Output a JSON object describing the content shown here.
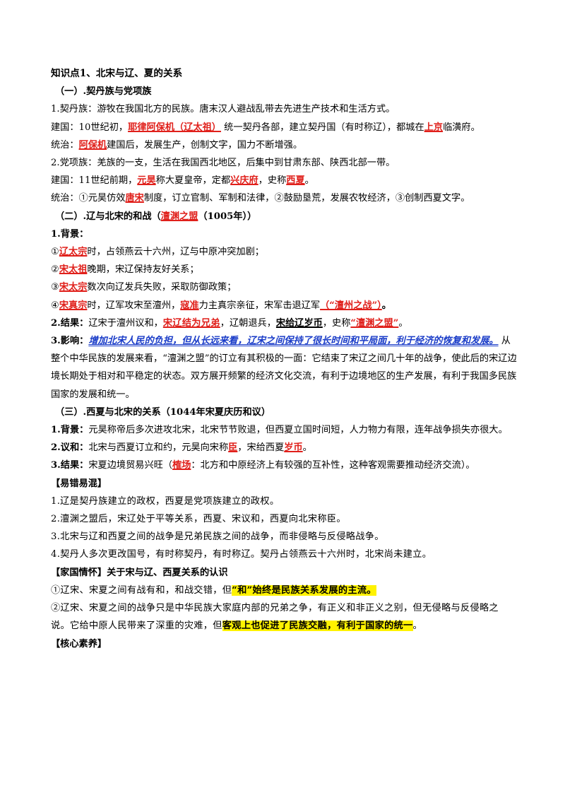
{
  "title": "知识点1、北宋与辽、夏的关系",
  "sec1": {
    "heading": "（一）.契丹族与党项族",
    "p1": "1.契丹族：游牧在我国北方的民族。唐末汉人避战乱带去先进生产技术和生活方式。",
    "p2": {
      "a": "建国：10世纪初，",
      "red1": "耶律阿保机（辽太祖）",
      "b": " 统一契丹各部，建立契丹国（有时称辽），都城在",
      "red2": "上京",
      "c": "临潢府。"
    },
    "p3": {
      "a": "统治：",
      "red1": "阿保机",
      "b": "建国后，发展生产，创制文字，国力不断增强。"
    },
    "p4": "2.党项族：羌族的一支，生活在我国西北地区，后集中到甘肃东部、陕西北部一带。",
    "p5": {
      "a": "建国：11世纪前期，",
      "red1": "元昊",
      "b": "称大夏皇帝，定都",
      "red2": "兴庆府",
      "c": "，史称",
      "red3": "西夏",
      "d": "。"
    },
    "p6": {
      "a": "统治：①元昊仿效",
      "red1": "唐宋",
      "b": "制度，订立官制、军制和法律，②鼓励垦荒，发展农牧经济，③创制西夏文字。"
    }
  },
  "sec2": {
    "heading_a": "（二）.辽与北宋的和战（",
    "heading_red": "澶渊之盟",
    "heading_b": "（1005年））",
    "bg_label": "1.背景：",
    "bg1": {
      "a": "①",
      "red": "辽太宗",
      "b": "时，占领燕云十六州，辽与中原冲突加剧；"
    },
    "bg2": {
      "a": "②",
      "red": "宋太祖",
      "b": "晚期，宋辽保持友好关系；"
    },
    "bg3": {
      "a": "③",
      "red": "宋太宗",
      "b": "数次向辽发兵失败，采取防御政策；"
    },
    "bg4": {
      "a": "④",
      "red": "宋真宗",
      "b": "时，辽军攻宋至澶州，",
      "red2": "寇准",
      "c": "力主真宗亲征，宋军击退辽军",
      "red3": "（“澶州之战”）",
      "d": "。"
    },
    "res": {
      "label": "2.结果：",
      "a": "辽宋于澶州议和，",
      "red": "宋辽结为兄弟",
      "b": "，辽朝退兵，",
      "bold": "宋给辽岁币",
      "c": "，史称",
      "red2": "“澶渊之盟”",
      "d": "。"
    },
    "imp": {
      "label": "3.影响：",
      "blue": "增加北宋人民的负担，但从长远来看，辽宋之间保持了很长时间和平局面，利于经济的恢复和发展。",
      "rest": "  从整个中华民族的发展来看，“澶渊之盟”的订立有其积极的一面：它结束了宋辽之间几十年的战争，使此后的宋辽边境长期处于相对和平稳定的状态。双方展开频繁的经济文化交流，有利于边境地区的生产发展，有利于我国多民族国家的发展和统一。"
    }
  },
  "sec3": {
    "heading": "（三）.西夏与北宋的关系（1044年宋夏庆历和议）",
    "bg": {
      "label": "1.背景：",
      "text": "元昊称帝后多次进攻北宋，北宋节节败退，但西夏立国时间短，人力物力有限，连年战争损失亦很大。"
    },
    "yi": {
      "label": "2.议和：",
      "a": "北宋与西夏订立和约，元昊向宋称",
      "red": "臣",
      "b": "，宋给西夏",
      "red2": "岁币",
      "c": "。"
    },
    "res": {
      "label": "3.结果：",
      "a": "宋夏边境贸易兴旺（",
      "red": "榷场",
      "b": "：北方和中原经济上有较强的互补性，这种客观需要推动经济交流）。"
    }
  },
  "mistakes": {
    "heading": "【易错易混】",
    "items": [
      "1.辽是契丹族建立的政权，西夏是党项族建立的政权。",
      "2.澶渊之盟后，宋辽处于平等关系，西夏、宋议和，西夏向北宋称臣。",
      "3.北宋与辽和西夏之间的战争是兄弟民族之间的战争，而非侵略与反侵略战争。",
      "4.契丹人多次更改国号，有时称契丹，有时称辽。契丹占领燕云十六州时，北宋尚未建立。"
    ]
  },
  "family": {
    "heading": "【家国情怀】关于宋与辽、西夏关系的认识",
    "p1": {
      "a": "①辽宋、宋夏之间有战有和，和战交错，但",
      "hl": "“和”始终是民族关系发展的主流。"
    },
    "p2": {
      "a": "②辽宋、宋夏之间的战争只是中华民族大家庭内部的兄弟之争，有正义和非正义之别，但无侵略与反侵略之说。它给中原人民带来了深重的灾难，但",
      "hl": "客观上也促进了民族交融，有利于国家的统一",
      "b": "。"
    }
  },
  "core": {
    "heading": "【核心素养】"
  }
}
